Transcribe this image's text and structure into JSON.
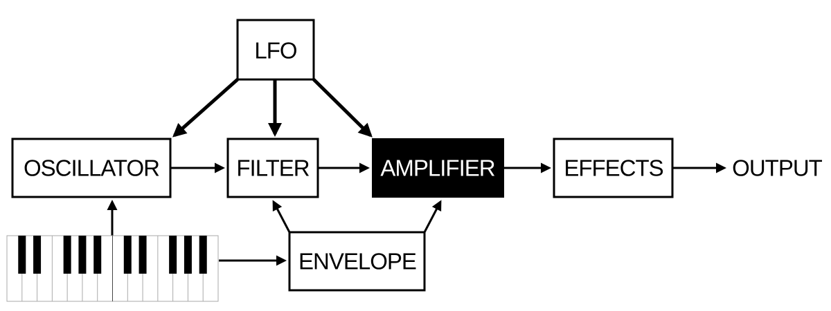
{
  "blocks": {
    "lfo": "LFO",
    "oscillator": "OSCILLATOR",
    "filter": "FILTER",
    "amplifier": "AMPLIFIER",
    "effects": "EFFECTS",
    "envelope": "ENVELOPE",
    "output": "OUTPUT"
  },
  "colors": {
    "stroke": "#000000",
    "highlight_fill": "#000000",
    "highlight_text": "#ffffff",
    "key_line": "#999999"
  }
}
